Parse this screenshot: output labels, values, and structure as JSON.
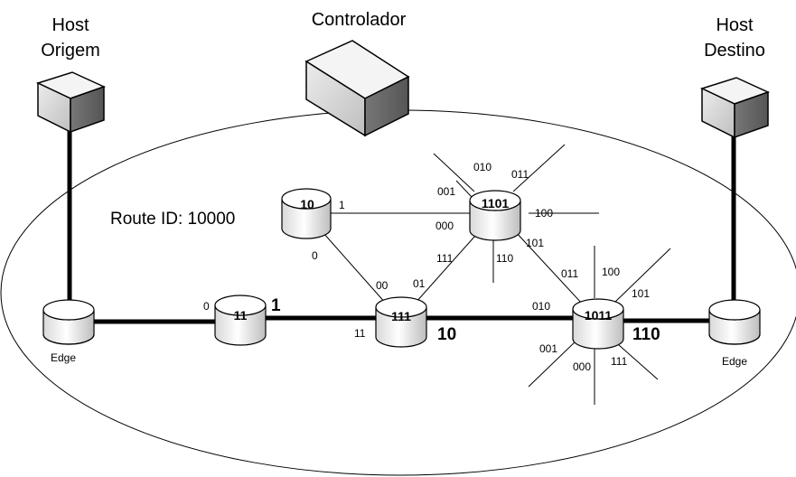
{
  "host_origem": {
    "line1": "Host",
    "line2": "Origem"
  },
  "host_destino": {
    "line1": "Host",
    "line2": "Destino"
  },
  "controlador": "Controlador",
  "route_id": "Route ID: 10000",
  "edge_left": "Edge",
  "edge_right": "Edge",
  "nodes": {
    "n11": "11",
    "n10": "10",
    "n111": "111",
    "n1101": "1101",
    "n1011": "1011"
  },
  "path_labels": {
    "after_11": "1",
    "after_111": "10",
    "after_1011": "110"
  },
  "port_labels": {
    "n11_0": "0",
    "n10_1": "1",
    "n10_0": "0",
    "n111_11": "11",
    "n111_00": "00",
    "n111_01": "01",
    "n1101_010": "010",
    "n1101_011": "011",
    "n1101_001": "001",
    "n1101_100": "100",
    "n1101_000": "000",
    "n1101_101": "101",
    "n1101_111": "111",
    "n1101_110": "110",
    "n1011_011": "011",
    "n1011_100": "100",
    "n1011_101": "101",
    "n1011_010": "010",
    "n1011_001": "001",
    "n1011_000": "000",
    "n1011_111": "111"
  }
}
